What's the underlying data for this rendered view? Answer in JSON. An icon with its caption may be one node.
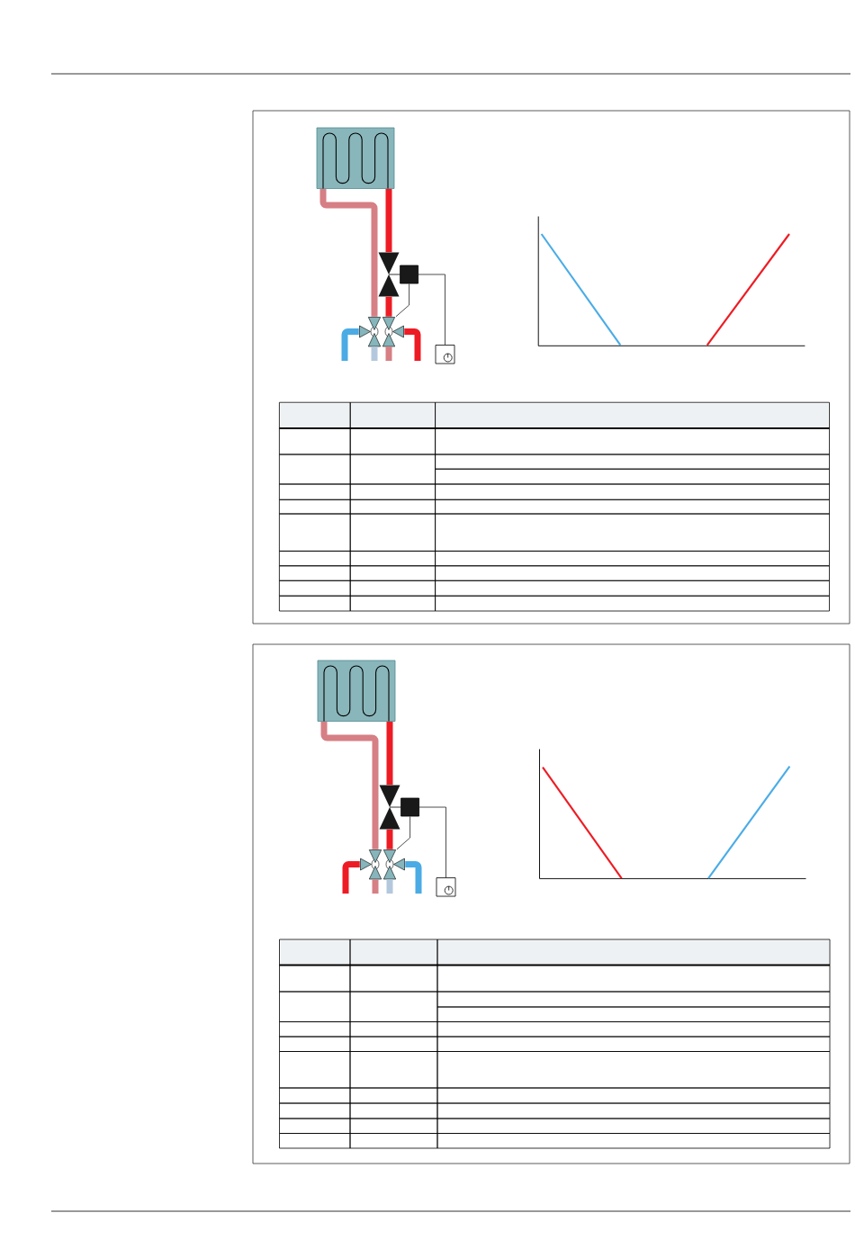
{
  "diagram": {
    "nodes": [
      {
        "text": [],
        "shape": "box"
      },
      {
        "text": [],
        "shape": "picture"
      },
      {
        "text": [],
        "shape": "box"
      },
      {
        "text": [],
        "shape": "picture"
      },
      {
        "text": [],
        "shape": "box"
      },
      {
        "text": [],
        "shape": "box"
      },
      {
        "text": [],
        "shape": "picture"
      },
      {
        "text": [],
        "shape": "box"
      },
      {
        "text": [],
        "shape": "picture"
      },
      {
        "text": [],
        "shape": "box"
      }
    ],
    "edges": [
      {
        "from": 0,
        "to": 3,
        "arrow": "none",
        "color": "#d67f84"
      },
      {
        "from": 0,
        "to": 1,
        "arrow": "none",
        "color": "#ed1c24"
      },
      {
        "from": 1,
        "to": 3,
        "arrow": "none",
        "color": "#ed1c24"
      },
      {
        "from": 2,
        "to": 3,
        "arrow": "none",
        "color": "#231f20"
      },
      {
        "from": 2,
        "to": 4,
        "arrow": "none",
        "color": "#231f20"
      },
      {
        "from": 3,
        "to": null,
        "arrow": "none",
        "color": "#4aabe5"
      },
      {
        "from": 3,
        "to": null,
        "arrow": "none",
        "color": "#b4c8dd"
      },
      {
        "from": 3,
        "to": null,
        "arrow": "none",
        "color": "#d67f84"
      },
      {
        "from": 3,
        "to": null,
        "arrow": "none",
        "color": "#ed1c24"
      },
      {
        "from": 5,
        "to": 8,
        "arrow": "none",
        "color": "#d67f84"
      },
      {
        "from": 5,
        "to": 6,
        "arrow": "none",
        "color": "#ed1c24"
      },
      {
        "from": 6,
        "to": 8,
        "arrow": "none",
        "color": "#ed1c24"
      },
      {
        "from": 7,
        "to": 8,
        "arrow": "none",
        "color": "#231f20"
      },
      {
        "from": 7,
        "to": 9,
        "arrow": "none",
        "color": "#231f20"
      },
      {
        "from": 8,
        "to": null,
        "arrow": "none",
        "color": "#ed1c24"
      },
      {
        "from": 8,
        "to": null,
        "arrow": "none",
        "color": "#d67f84"
      },
      {
        "from": 8,
        "to": null,
        "arrow": "none",
        "color": "#b4c8dd"
      },
      {
        "from": 8,
        "to": null,
        "arrow": "none",
        "color": "#4aabe5"
      }
    ]
  }
}
